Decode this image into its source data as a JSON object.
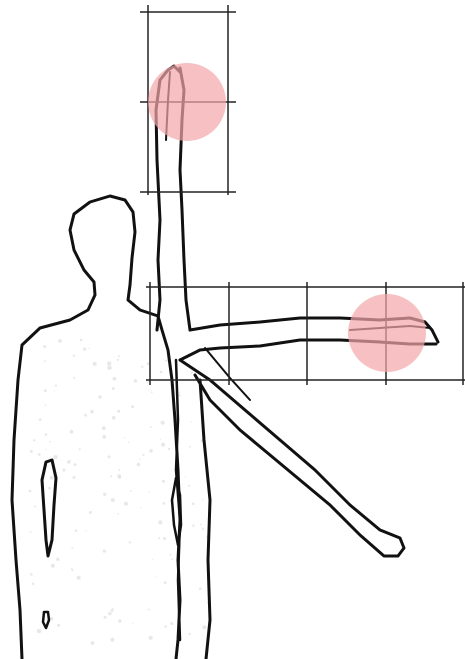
{
  "figure": {
    "background_color": "#ffffff",
    "outline_color": "#111111",
    "grid_line_color": "#222222",
    "highlight_color": "#f4a7a9",
    "speckle_color": "#d9d9d9",
    "highlight_opacity": 0.7
  },
  "elements": {
    "silhouette": "body-silhouette",
    "raised_arm": "raised-arm-segment",
    "horizontal_arm": "horizontal-arm-segment",
    "diagonal_arm": "diagonal-arm-segment",
    "vertical_grid": "vertical-arm-grid",
    "horizontal_grid": "horizontal-arm-grid",
    "hand_top": "hand-marker-top",
    "hand_right": "hand-marker-right"
  }
}
